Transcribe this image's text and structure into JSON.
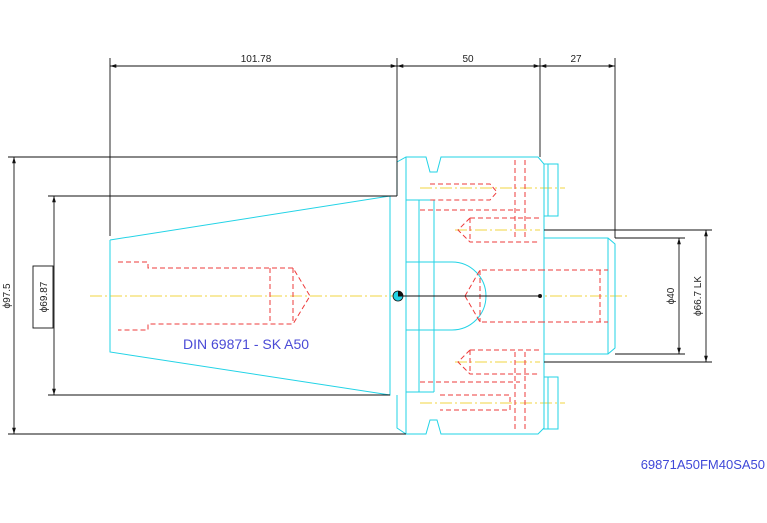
{
  "dimensions": {
    "top": [
      "101.78",
      "50",
      "27"
    ],
    "left": [
      "ϕ97.5",
      "ϕ69.87"
    ],
    "right": [
      "ϕ40",
      "ϕ66.7 LK"
    ]
  },
  "standard_label": "DIN 69871 - SK A50",
  "part_code": "69871A50FM40SA50"
}
